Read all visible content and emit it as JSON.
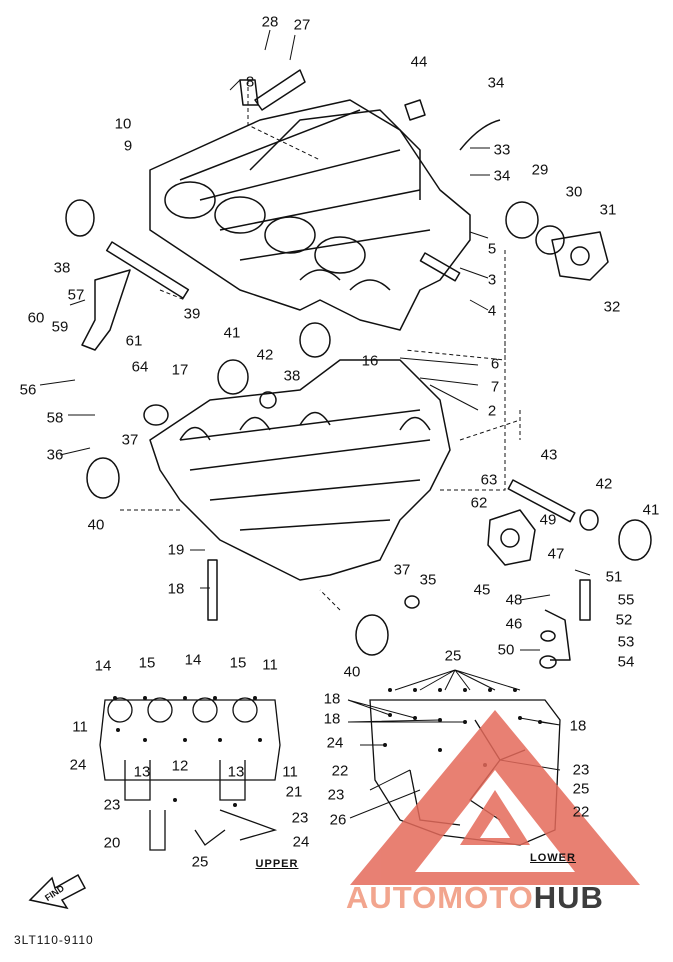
{
  "diagram": {
    "part_numbers": [
      "28",
      "27",
      "8",
      "44",
      "34",
      "10",
      "9",
      "33",
      "34",
      "29",
      "30",
      "31",
      "38",
      "5",
      "3",
      "32",
      "57",
      "39",
      "4",
      "60",
      "59",
      "61",
      "41",
      "42",
      "38",
      "6",
      "16",
      "7",
      "56",
      "64",
      "17",
      "2",
      "58",
      "37",
      "36",
      "43",
      "63",
      "62",
      "42",
      "49",
      "41",
      "40",
      "19",
      "47",
      "45",
      "18",
      "51",
      "37",
      "35",
      "55",
      "48",
      "52",
      "46",
      "53",
      "40",
      "50",
      "54",
      "25",
      "14",
      "15",
      "14",
      "15",
      "11",
      "18",
      "18",
      "11",
      "24",
      "18",
      "13",
      "12",
      "13",
      "11",
      "24",
      "22",
      "23",
      "23",
      "25",
      "21",
      "23",
      "22",
      "26",
      "23",
      "20",
      "24",
      "25"
    ],
    "upper_label": "UPPER",
    "lower_label": "LOWER",
    "find_label": "FIND",
    "catalog_code": "3LT110-9110"
  },
  "watermark": {
    "part1": "AUTOMOTO",
    "part2": "HUB",
    "color_main": "#f2a58e",
    "color_dark": "#3d3d3d"
  }
}
